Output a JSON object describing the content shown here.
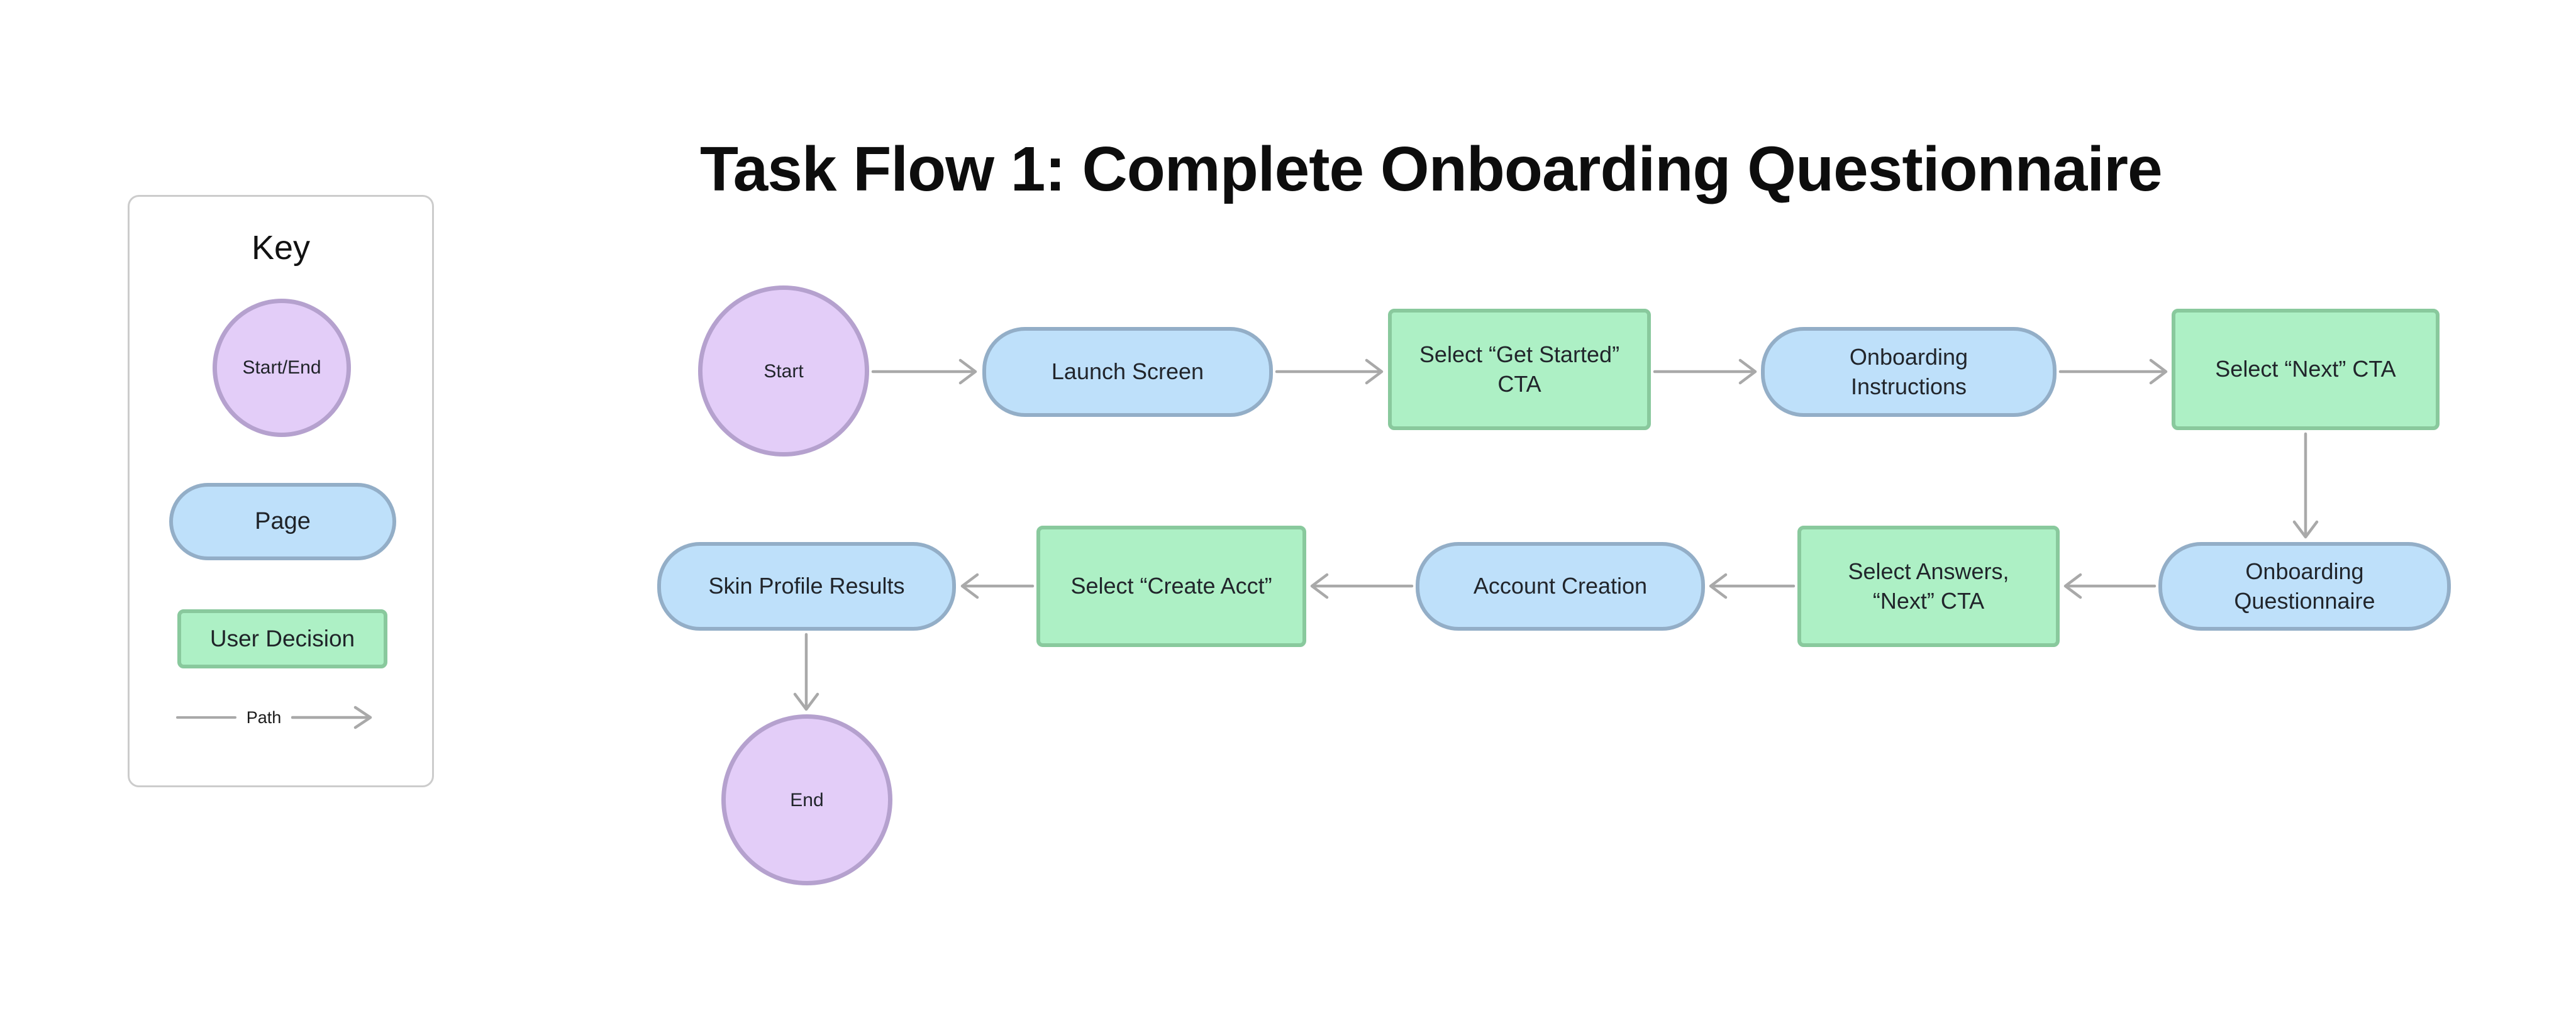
{
  "title": "Task Flow 1: Complete Onboarding Questionnaire",
  "key": {
    "heading": "Key",
    "start_end_label": "Start/End",
    "page_label": "Page",
    "decision_label": "User Decision",
    "path_label": "Path"
  },
  "flow": {
    "nodes": [
      {
        "id": "start",
        "type": "start-end",
        "label": "Start"
      },
      {
        "id": "launch-screen",
        "type": "page",
        "label": "Launch Screen"
      },
      {
        "id": "select-get-started",
        "type": "decision",
        "label": "Select “Get Started” CTA"
      },
      {
        "id": "onboarding-instructions",
        "type": "page",
        "label": "Onboarding Instructions"
      },
      {
        "id": "select-next",
        "type": "decision",
        "label": "Select “Next” CTA"
      },
      {
        "id": "onboarding-questionnaire",
        "type": "page",
        "label": "Onboarding Questionnaire"
      },
      {
        "id": "select-answers",
        "type": "decision",
        "label": "Select Answers, “Next” CTA"
      },
      {
        "id": "account-creation",
        "type": "page",
        "label": "Account Creation"
      },
      {
        "id": "select-create-acct",
        "type": "decision",
        "label": "Select “Create Acct”"
      },
      {
        "id": "skin-profile-results",
        "type": "page",
        "label": "Skin Profile Results"
      },
      {
        "id": "end",
        "type": "start-end",
        "label": "End"
      }
    ],
    "edges": [
      [
        "start",
        "launch-screen"
      ],
      [
        "launch-screen",
        "select-get-started"
      ],
      [
        "select-get-started",
        "onboarding-instructions"
      ],
      [
        "onboarding-instructions",
        "select-next"
      ],
      [
        "select-next",
        "onboarding-questionnaire"
      ],
      [
        "onboarding-questionnaire",
        "select-answers"
      ],
      [
        "select-answers",
        "account-creation"
      ],
      [
        "account-creation",
        "select-create-acct"
      ],
      [
        "select-create-acct",
        "skin-profile-results"
      ],
      [
        "skin-profile-results",
        "end"
      ]
    ]
  },
  "colors": {
    "purple_fill": "#E3CDF8",
    "purple_border": "#B5A1CE",
    "blue_fill": "#BEE0FA",
    "blue_border": "#93AEC7",
    "green_fill": "#ADF0C5",
    "green_border": "#89C99D",
    "arrow": "#A9A9A9",
    "panel_border": "#CCCCCC",
    "text": "#1F2328",
    "title_color": "#0D0D0D"
  }
}
